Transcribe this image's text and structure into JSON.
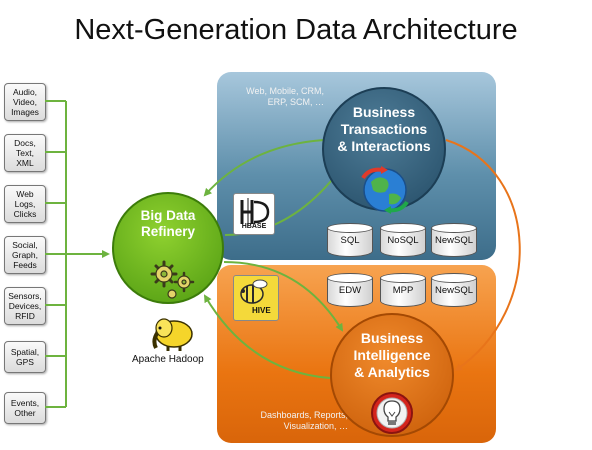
{
  "title": "Next-Generation Data Architecture",
  "sources": [
    "Audio,\nVideo,\nImages",
    "Docs,\nText,\nXML",
    "Web\nLogs,\nClicks",
    "Social,\nGraph,\nFeeds",
    "Sensors,\nDevices,\nRFID",
    "Spatial,\nGPS",
    "Events,\nOther"
  ],
  "top_panel": {
    "note": "Web, Mobile, CRM,\nERP, SCM, …",
    "circle_label": "Business\nTransactions\n& Interactions",
    "databases": [
      "SQL",
      "NoSQL",
      "NewSQL"
    ],
    "logo_text": "HBASE"
  },
  "bottom_panel": {
    "note": "Dashboards, Reports,\nVisualization, …",
    "circle_label": "Business\nIntelligence\n& Analytics",
    "databases": [
      "EDW",
      "MPP",
      "NewSQL"
    ],
    "logo_text": "HIVE"
  },
  "refinery": {
    "label": "Big Data\nRefinery",
    "hadoop_label": "Apache Hadoop"
  },
  "colors": {
    "green": "#6db33f",
    "orange": "#e8741a",
    "blue_panel": "#5e8fab",
    "orange_panel": "#ea7511"
  }
}
